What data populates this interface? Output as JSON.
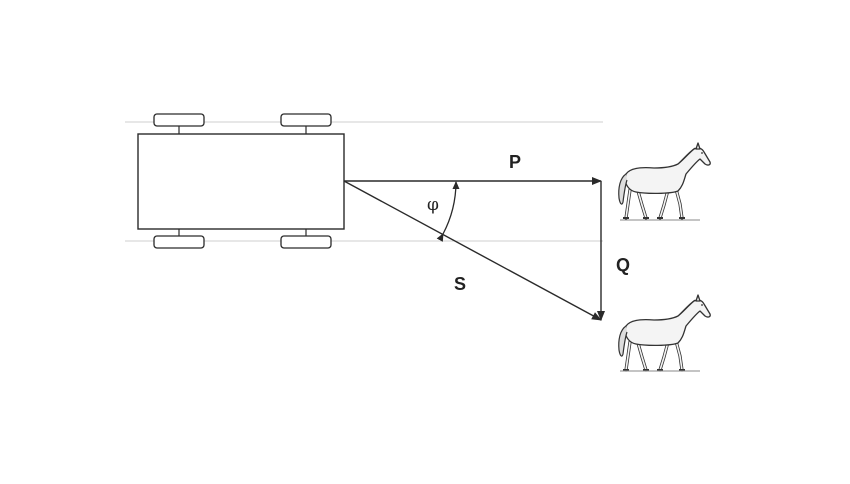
{
  "diagram": {
    "labels": {
      "p": "P",
      "q": "Q",
      "s": "S",
      "phi": "φ"
    },
    "colors": {
      "stroke": "#2a2a2a",
      "guide": "#cfcfcf",
      "background": "#ffffff"
    },
    "icons": [
      "wagon-body",
      "wheel",
      "horse-icon"
    ]
  }
}
